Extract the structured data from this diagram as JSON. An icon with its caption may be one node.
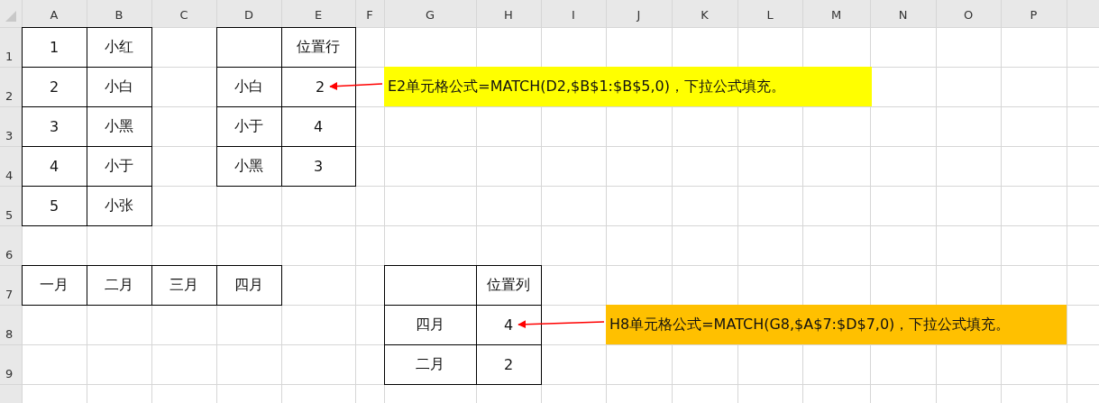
{
  "diagram": {
    "nodes": [
      {
        "text": [
          "E2单元格公式=MATCH(D2,$B$1:$B$5,0)，下拉公式填充。"
        ]
      },
      {
        "text": [
          "2"
        ]
      },
      {
        "text": [
          "H8单元格公式=MATCH(G8,$A$7:$D$7,0)，下拉公式填充。"
        ]
      },
      {
        "text": [
          "4"
        ]
      }
    ],
    "edges": [
      {
        "from": 0,
        "to": 1,
        "arrow": "to"
      },
      {
        "from": 2,
        "to": 3,
        "arrow": "to"
      }
    ],
    "labels": [
      "A",
      "B",
      "C",
      "D",
      "E",
      "F",
      "G",
      "H",
      "I",
      "J",
      "K",
      "L",
      "M",
      "N",
      "O",
      "P",
      "1",
      "1",
      "小红",
      "位置行",
      "2",
      "2",
      "小白",
      "小白",
      "3",
      "3",
      "小黑",
      "小于",
      "4",
      "4",
      "4",
      "小于",
      "小黑",
      "3",
      "5",
      "5",
      "小张",
      "6",
      "7",
      "一月",
      "二月",
      "三月",
      "四月",
      "位置列",
      "8",
      "四月",
      "9",
      "二月",
      "2"
    ]
  }
}
